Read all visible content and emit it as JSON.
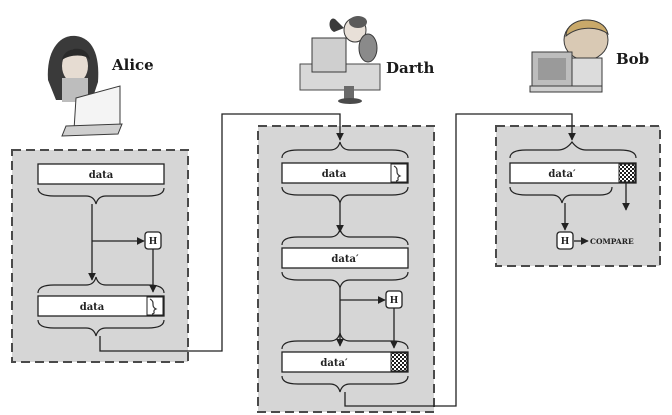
{
  "actors": {
    "alice": "Alice",
    "darth": "Darth",
    "bob": "Bob"
  },
  "labels": {
    "data": "data",
    "data_prime": "data′",
    "hash": "H",
    "compare": "COMPARE"
  },
  "colors": {
    "panel_fill": "#d6d6d6",
    "panel_border": "#4a4a4a",
    "line": "#222222"
  }
}
